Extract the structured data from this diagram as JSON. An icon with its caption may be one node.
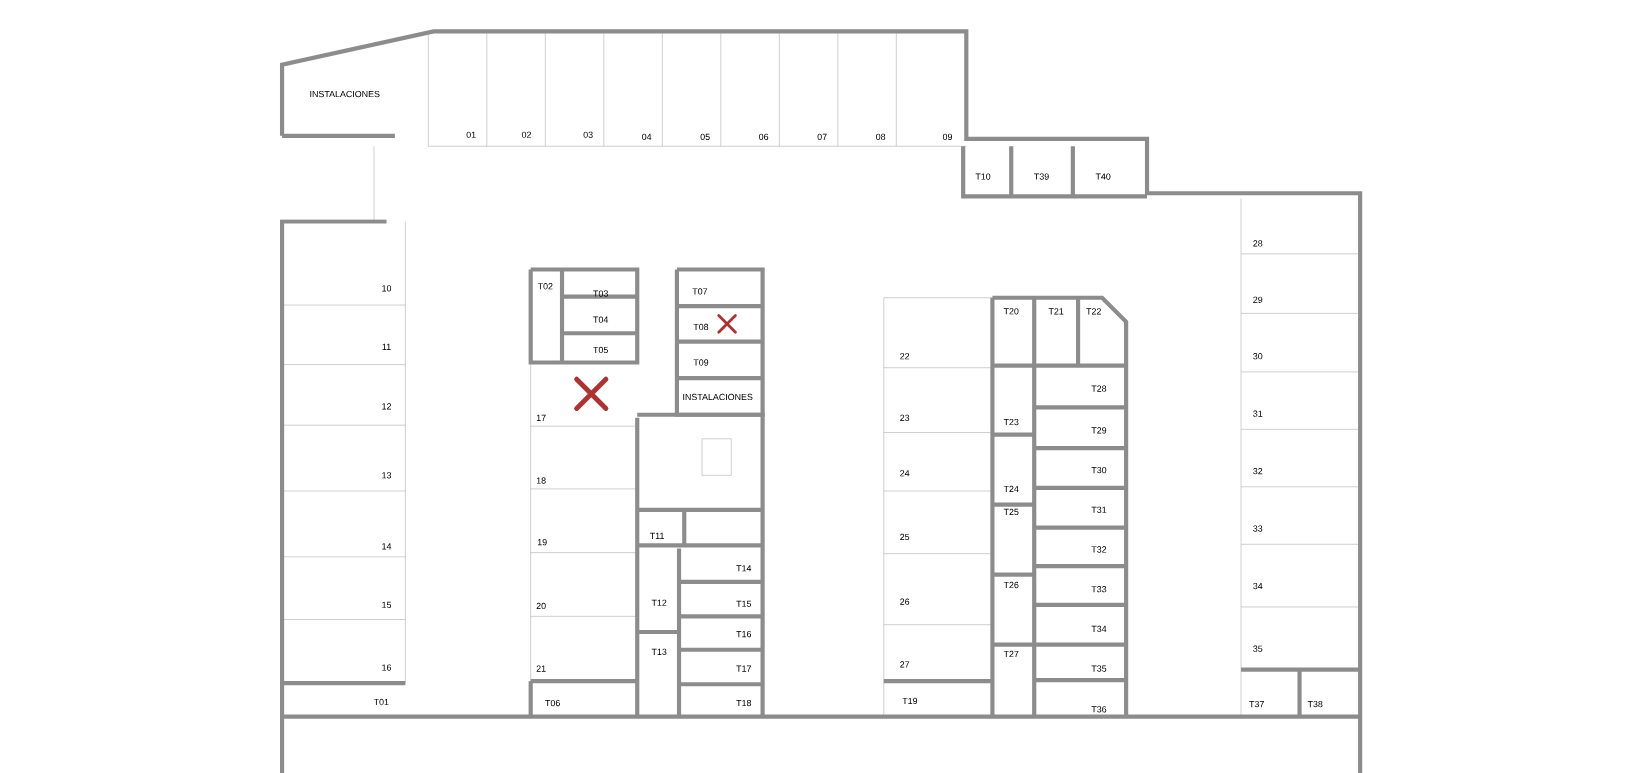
{
  "diagram": {
    "labels": [
      "INSTALACIONES",
      "01",
      "02",
      "03",
      "04",
      "05",
      "06",
      "07",
      "08",
      "09",
      "T10",
      "T39",
      "T40",
      "28",
      "T02",
      "T07",
      "10",
      "T03",
      "29",
      "T20",
      "T21",
      "T22",
      "T04",
      "T08",
      "11",
      "T05",
      "22",
      "30",
      "T09",
      "T28",
      "INSTALACIONES",
      "12",
      "31",
      "17",
      "23",
      "T23",
      "T29",
      "13",
      "18",
      "24",
      "T30",
      "32",
      "T24",
      "T25",
      "T31",
      "33",
      "14",
      "19",
      "T11",
      "25",
      "T14",
      "T32",
      "T26",
      "T33",
      "34",
      "15",
      "20",
      "T12",
      "T15",
      "26",
      "T16",
      "T34",
      "35",
      "T13",
      "T27",
      "16",
      "21",
      "T17",
      "27",
      "T35",
      "T01",
      "T06",
      "T18",
      "T19",
      "T36",
      "T37",
      "T38"
    ]
  }
}
